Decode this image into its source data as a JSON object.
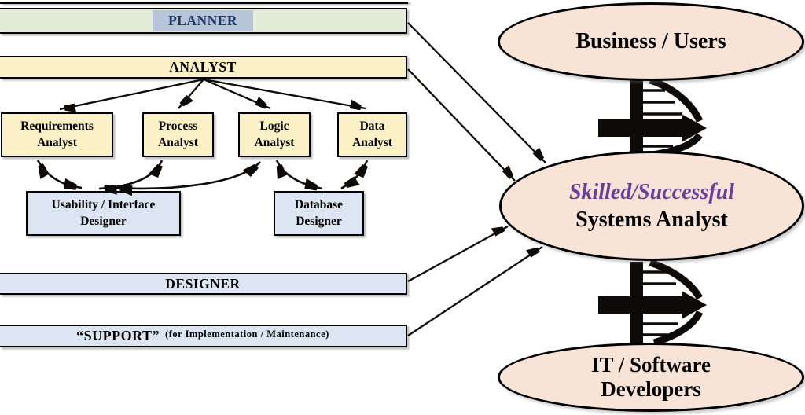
{
  "colors": {
    "bar_green": "#e3ecd8",
    "highlight_blue": "#b7c4d9",
    "navy": "#1f3864",
    "cream_yellow": "#fbf0c6",
    "light_blue": "#dce6f2",
    "peach": "#f8e4d6",
    "purple": "#6d3e98"
  },
  "bars": {
    "planner": "PLANNER",
    "analyst": "ANALYST",
    "designer": "DESIGNER",
    "support_main": "“SUPPORT”",
    "support_note": "(for Implementation / Maintenance)"
  },
  "analyst_roles": [
    {
      "line1": "Requirements",
      "line2": "Analyst"
    },
    {
      "line1": "Process",
      "line2": "Analyst"
    },
    {
      "line1": "Logic",
      "line2": "Analyst"
    },
    {
      "line1": "Data",
      "line2": "Analyst"
    }
  ],
  "designer_roles": [
    {
      "line1": "Usability / Interface",
      "line2": "Designer"
    },
    {
      "line1": "Database",
      "line2": "Designer"
    }
  ],
  "ellipses": {
    "business": "Business / Users",
    "center_line1": "Skilled/Successful",
    "center_line2": "Systems Analyst",
    "it_line1": "IT / Software",
    "it_line2": "Developers"
  }
}
